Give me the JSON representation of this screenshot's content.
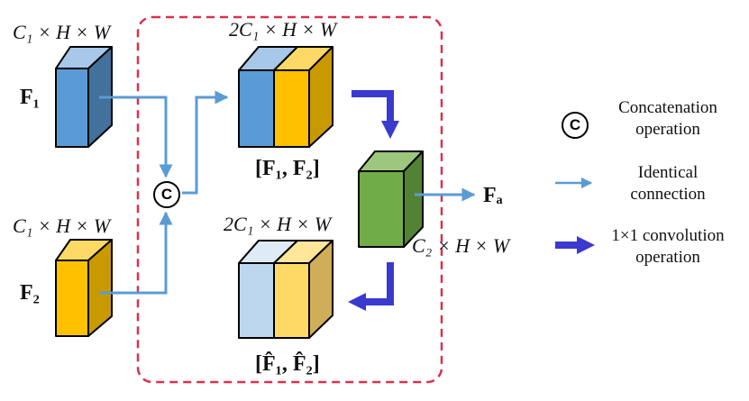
{
  "labels": {
    "f1_dim": "C₁ × H × W",
    "f2_dim": "C₁ × H × W",
    "concat_dim": "2C₁ × H × W",
    "recal_dim": "2C₁ × H × W",
    "fused_dim": "C₂ × H × W",
    "f1": "F₁",
    "f2": "F₂",
    "concat_pair": "[F₁, F₂]",
    "recal_pair": "[F̂₁, F̂₂]",
    "output": "Fₐ"
  },
  "concat_symbol": "C",
  "legend": {
    "concat": {
      "symbol": "C",
      "line1": "Concatenation",
      "line2": "operation"
    },
    "identical": {
      "line1": "Identical",
      "line2": "connection"
    },
    "conv": {
      "line1": "1×1 convolution",
      "line2": "operation"
    }
  },
  "colors": {
    "dashed_box": "#d9314f",
    "thin_arrow": "#5b9bd5",
    "thick_arrow": "#3a3acf",
    "blue_front": "#5b9bd5",
    "orange_front": "#ffc000",
    "green_front": "#70ad47",
    "light_blue_front": "#bdd7ee",
    "light_orange_front": "#ffd966"
  }
}
